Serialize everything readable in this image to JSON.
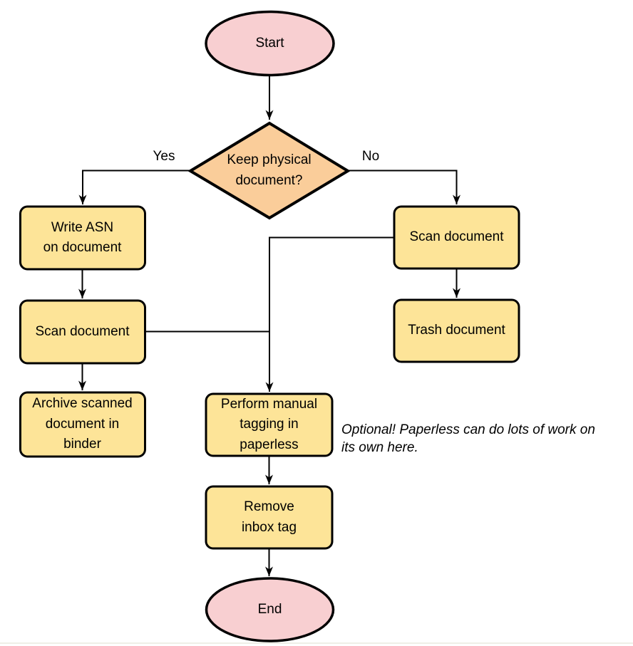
{
  "colors": {
    "node-fill": "#fde498",
    "decision-fill": "#facd9a",
    "terminal-fill": "#f8cfd1",
    "stroke-color": "#000000",
    "rule-color": "#efefe7"
  },
  "nodes": {
    "start": {
      "label": "Start"
    },
    "decision": {
      "label": "Keep physical\ndocument?"
    },
    "write_asn": {
      "label": "Write ASN\non document"
    },
    "scan_left": {
      "label": "Scan document"
    },
    "archive": {
      "label": "Archive scanned\ndocument in\nbinder"
    },
    "scan_right": {
      "label": "Scan document"
    },
    "trash": {
      "label": "Trash document"
    },
    "tagging": {
      "label": "Perform manual\ntagging in\npaperless"
    },
    "remove_inbox": {
      "label": "Remove\ninbox tag"
    },
    "end": {
      "label": "End"
    }
  },
  "edges": {
    "yes_label": "Yes",
    "no_label": "No"
  },
  "annotation": {
    "text": "Optional! Paperless can do lots of work on\nits own here."
  }
}
